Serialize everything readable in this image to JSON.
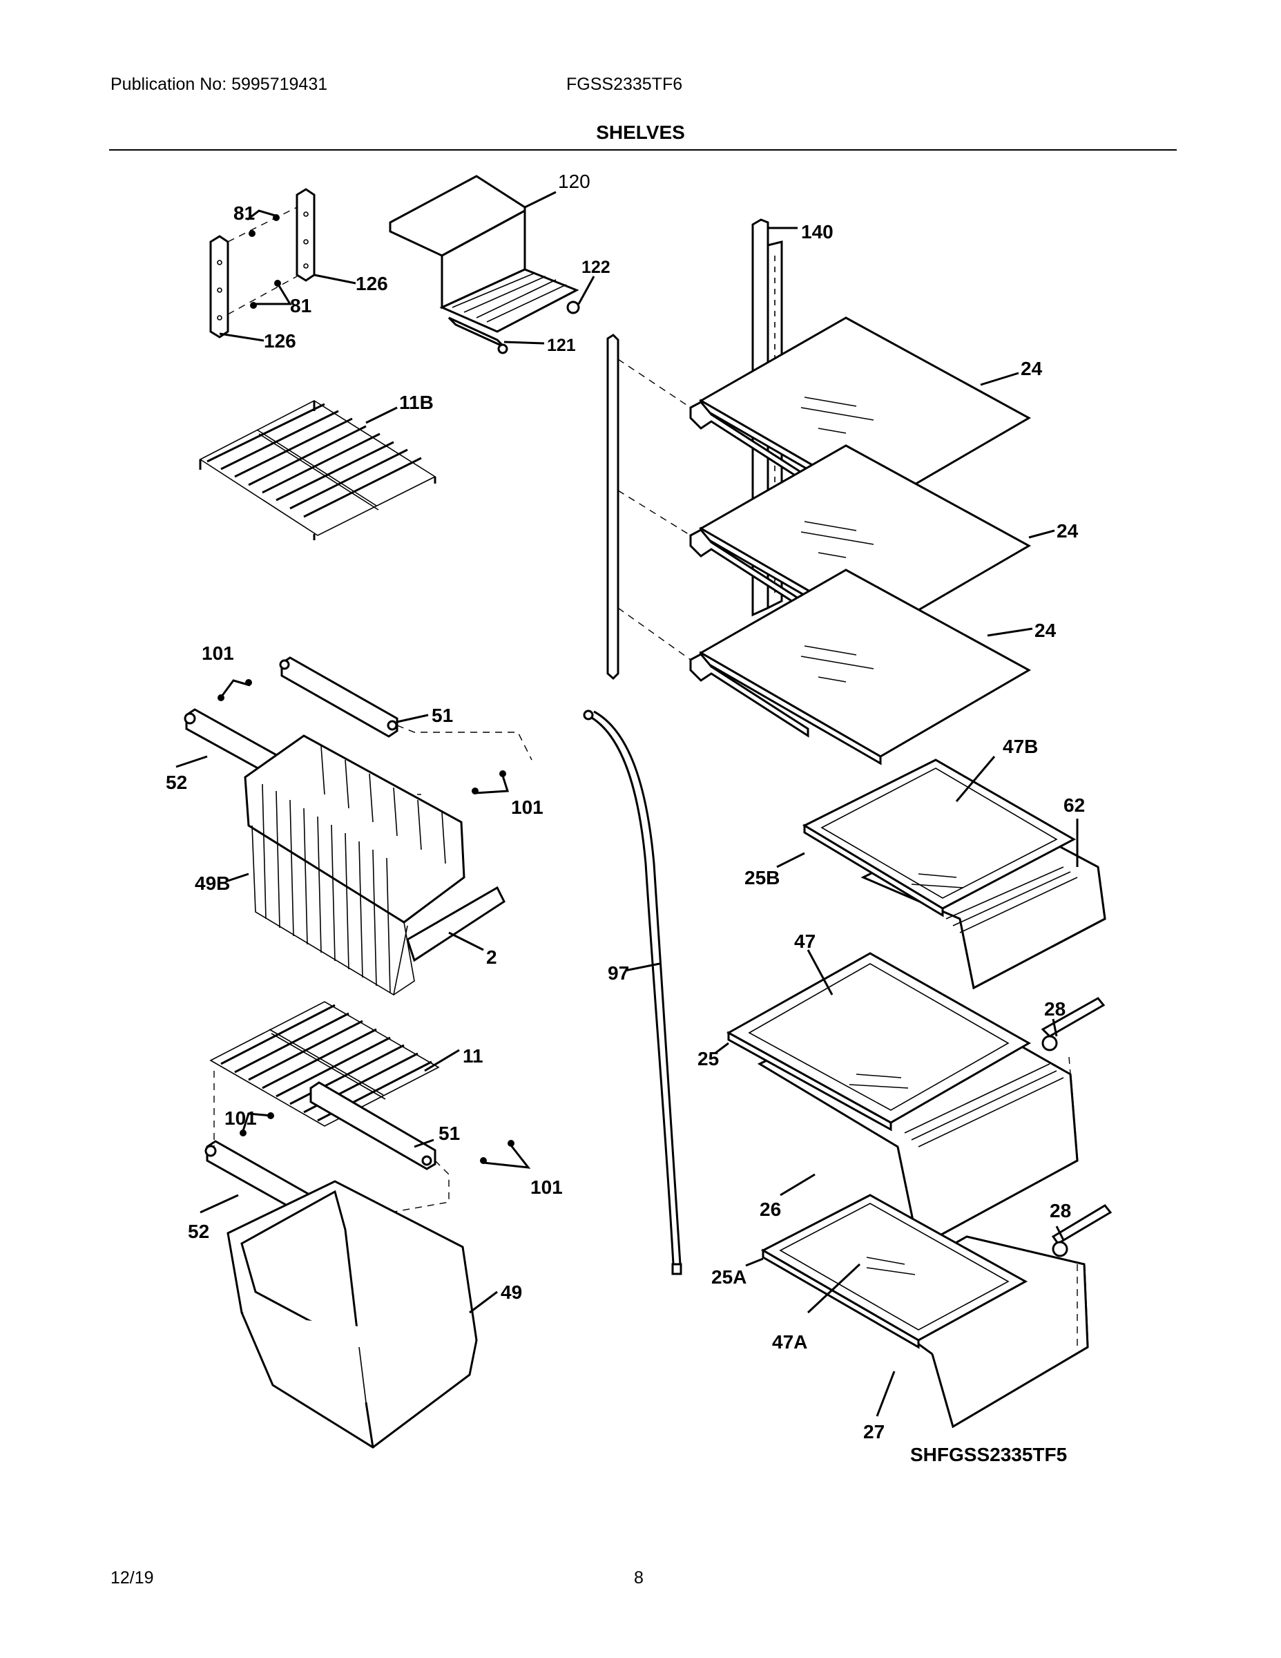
{
  "header": {
    "publication": "Publication No: 5995719431",
    "model": "FGSS2335TF6"
  },
  "title": "SHELVES",
  "footer": {
    "date": "12/19",
    "page": "8"
  },
  "diagram_code": "SHFGSS2335TF5",
  "labels": {
    "l81a": "81",
    "l81b": "81",
    "l126a": "126",
    "l126b": "126",
    "l120": "120",
    "l122": "122",
    "l121": "121",
    "l140": "140",
    "l11B": "11B",
    "l24a": "24",
    "l24b": "24",
    "l24c": "24",
    "l101a": "101",
    "l51a": "51",
    "l52a": "52",
    "l101b": "101",
    "l49B": "49B",
    "l2": "2",
    "l97": "97",
    "l47B": "47B",
    "l62": "62",
    "l25B": "25B",
    "l47": "47",
    "l28a": "28",
    "l25": "25",
    "l11": "11",
    "l101c": "101",
    "l51b": "51",
    "l101d": "101",
    "l52b": "52",
    "l49": "49",
    "l26": "26",
    "l28b": "28",
    "l25A": "25A",
    "l47A": "47A",
    "l27": "27"
  }
}
